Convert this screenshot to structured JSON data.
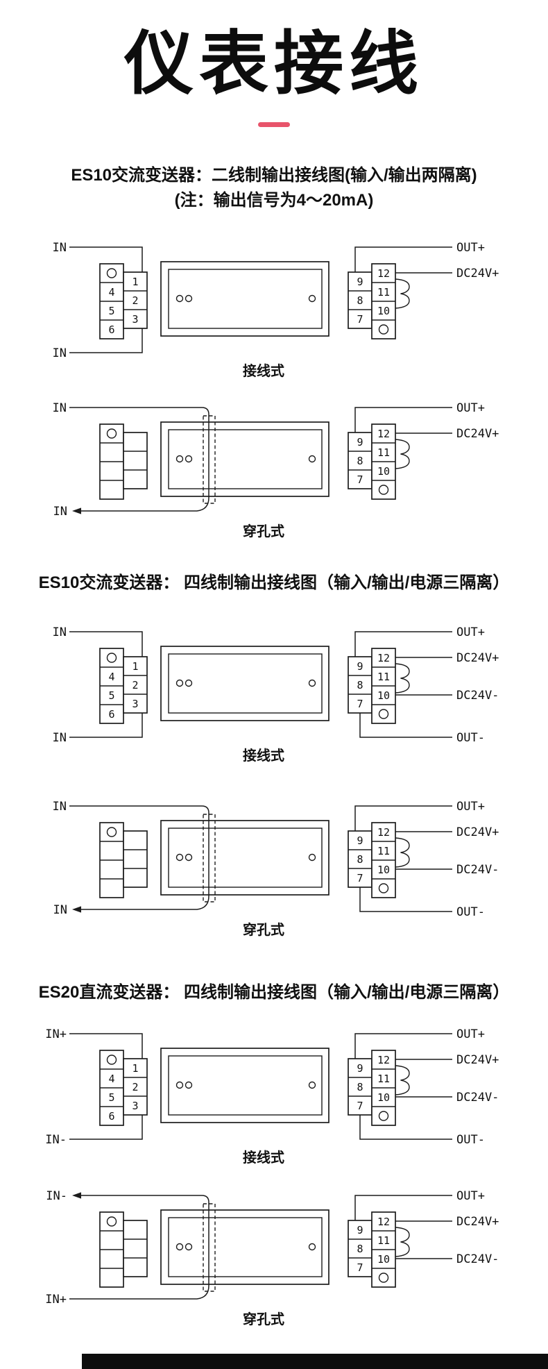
{
  "title": "仪表接线",
  "colors": {
    "accent": "#e8546b",
    "footer_bar": "#0d0d0d"
  },
  "sections": [
    {
      "heading_line1": "ES10交流变送器：二线制输出接线图(输入/输出两隔离)",
      "heading_line2": "(注：输出信号为4～20mA)",
      "diagrams": [
        {
          "caption": "接线式",
          "labels": {
            "in_top": "IN",
            "in_bottom": "IN",
            "out_plus": "OUT+",
            "dc24v_plus": "DC24V+"
          },
          "terminals": {
            "left_outer": [
              "4",
              "5",
              "6"
            ],
            "left_inner": [
              "1",
              "2",
              "3"
            ],
            "right_inner": [
              "9",
              "8",
              "7"
            ],
            "right_outer": [
              "12",
              "11",
              "10"
            ]
          }
        },
        {
          "caption": "穿孔式",
          "labels": {
            "in_top": "IN",
            "in_bottom": "IN",
            "out_plus": "OUT+",
            "dc24v_plus": "DC24V+"
          },
          "terminals": {
            "right_inner": [
              "9",
              "8",
              "7"
            ],
            "right_outer": [
              "12",
              "11",
              "10"
            ]
          }
        }
      ]
    },
    {
      "heading_line1": "ES10交流变送器： 四线制输出接线图（输入/输出/电源三隔离）",
      "diagrams": [
        {
          "caption": "接线式",
          "labels": {
            "in_top": "IN",
            "in_bottom": "IN",
            "out_plus": "OUT+",
            "dc24v_plus": "DC24V+",
            "dc24v_minus": "DC24V-",
            "out_minus": "OUT-"
          },
          "terminals": {
            "left_outer": [
              "4",
              "5",
              "6"
            ],
            "left_inner": [
              "1",
              "2",
              "3"
            ],
            "right_inner": [
              "9",
              "8",
              "7"
            ],
            "right_outer": [
              "12",
              "11",
              "10"
            ]
          }
        },
        {
          "caption": "穿孔式",
          "labels": {
            "in_top": "IN",
            "in_bottom": "IN",
            "out_plus": "OUT+",
            "dc24v_plus": "DC24V+",
            "dc24v_minus": "DC24V-",
            "out_minus": "OUT-"
          },
          "terminals": {
            "right_inner": [
              "9",
              "8",
              "7"
            ],
            "right_outer": [
              "12",
              "11",
              "10"
            ]
          }
        }
      ]
    },
    {
      "heading_line1": "ES20直流变送器： 四线制输出接线图（输入/输出/电源三隔离）",
      "diagrams": [
        {
          "caption": "接线式",
          "labels": {
            "in_top": "IN+",
            "in_bottom": "IN-",
            "out_plus": "OUT+",
            "dc24v_plus": "DC24V+",
            "dc24v_minus": "DC24V-",
            "out_minus": "OUT-"
          },
          "terminals": {
            "left_outer": [
              "4",
              "5",
              "6"
            ],
            "left_inner": [
              "1",
              "2",
              "3"
            ],
            "right_inner": [
              "9",
              "8",
              "7"
            ],
            "right_outer": [
              "12",
              "11",
              "10"
            ]
          }
        },
        {
          "caption": "穿孔式",
          "labels": {
            "in_top": "IN-",
            "in_bottom": "IN+",
            "out_plus": "OUT+",
            "dc24v_plus": "DC24V+",
            "dc24v_minus": "DC24V-"
          },
          "terminals": {
            "right_inner": [
              "9",
              "8",
              "7"
            ],
            "right_outer": [
              "12",
              "11",
              "10"
            ]
          }
        }
      ]
    }
  ]
}
